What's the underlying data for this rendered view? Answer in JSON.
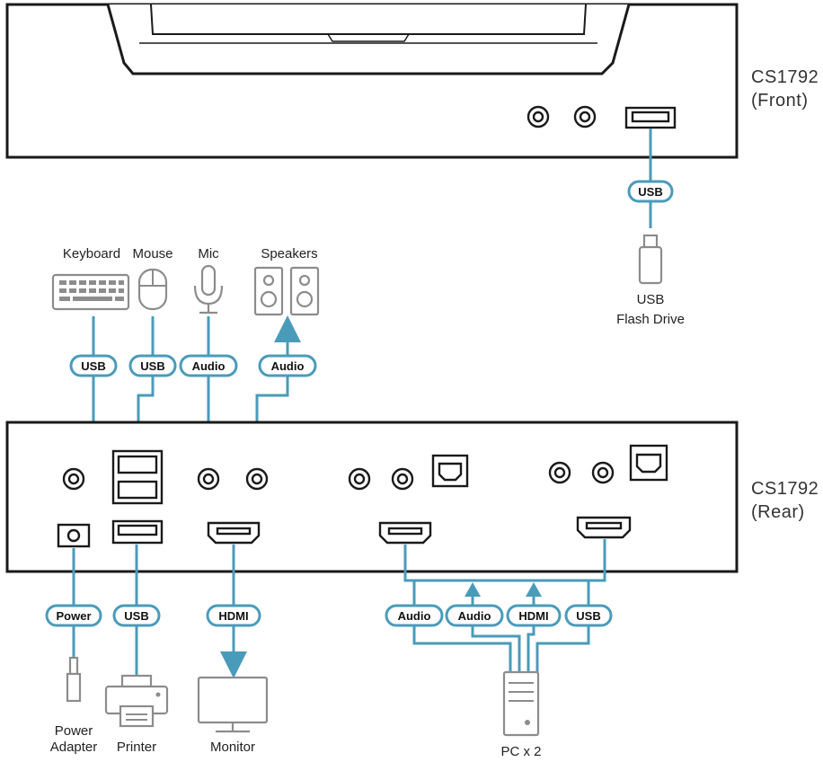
{
  "front_unit": {
    "model": "CS1792",
    "view": "(Front)"
  },
  "rear_unit": {
    "model": "CS1792",
    "view": "(Rear)"
  },
  "cable_color": "#4a9bba",
  "devices": {
    "keyboard": "Keyboard",
    "mouse": "Mouse",
    "mic": "Mic",
    "speakers": "Speakers",
    "flash_drive_line1": "USB",
    "flash_drive_line2": "Flash Drive",
    "power_adapter_line1": "Power",
    "power_adapter_line2": "Adapter",
    "printer": "Printer",
    "monitor": "Monitor",
    "pc": "PC x 2"
  },
  "cable_labels": {
    "flash_usb": "USB",
    "keyboard_usb": "USB",
    "mouse_usb": "USB",
    "mic_audio": "Audio",
    "speakers_audio": "Audio",
    "power": "Power",
    "printer_usb": "USB",
    "monitor_hdmi": "HDMI",
    "pc_audio_1": "Audio",
    "pc_audio_2": "Audio",
    "pc_hdmi": "HDMI",
    "pc_usb": "USB"
  }
}
